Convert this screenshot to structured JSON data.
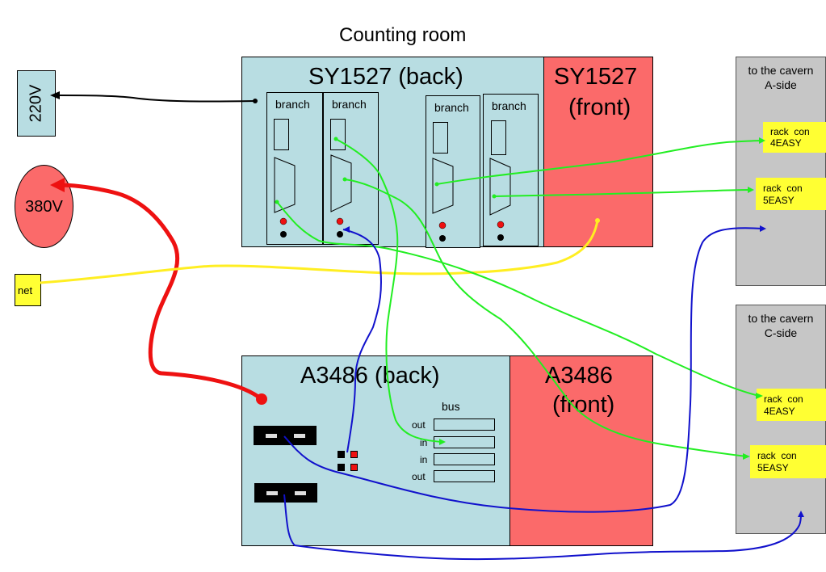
{
  "title": "Counting room",
  "power": {
    "v220": "220V",
    "v380": "380V",
    "net": "net"
  },
  "sy1527": {
    "back": "SY1527 (back)",
    "front_line1": "SY1527",
    "front_line2": "(front)",
    "branches": [
      "branch",
      "branch",
      "branch",
      "branch"
    ]
  },
  "a3486": {
    "back": "A3486 (back)",
    "front_line1": "A3486",
    "front_line2": "(front)",
    "bus_title": "bus",
    "bus_ports": [
      "out",
      "in",
      "in",
      "out"
    ]
  },
  "cavern_a": {
    "title_line1": "to the cavern",
    "title_line2": "A-side",
    "racks": [
      {
        "line1": "rack  con",
        "line2": "4EASY"
      },
      {
        "line1": "rack  con",
        "line2": "5EASY"
      }
    ]
  },
  "cavern_c": {
    "title_line1": "to the cavern",
    "title_line2": "C-side",
    "racks": [
      {
        "line1": "rack  con",
        "line2": "4EASY"
      },
      {
        "line1": "rack  con",
        "line2": "5EASY"
      }
    ]
  },
  "colors": {
    "panel": "#b8dde2",
    "front": "#fb6a6a",
    "cavern": "#c6c6c6",
    "label": "#ffff33",
    "wire_black": "#000000",
    "wire_red": "#ee1111",
    "wire_yellow": "#ffee22",
    "wire_green": "#22ee22",
    "wire_blue": "#1111cc"
  }
}
